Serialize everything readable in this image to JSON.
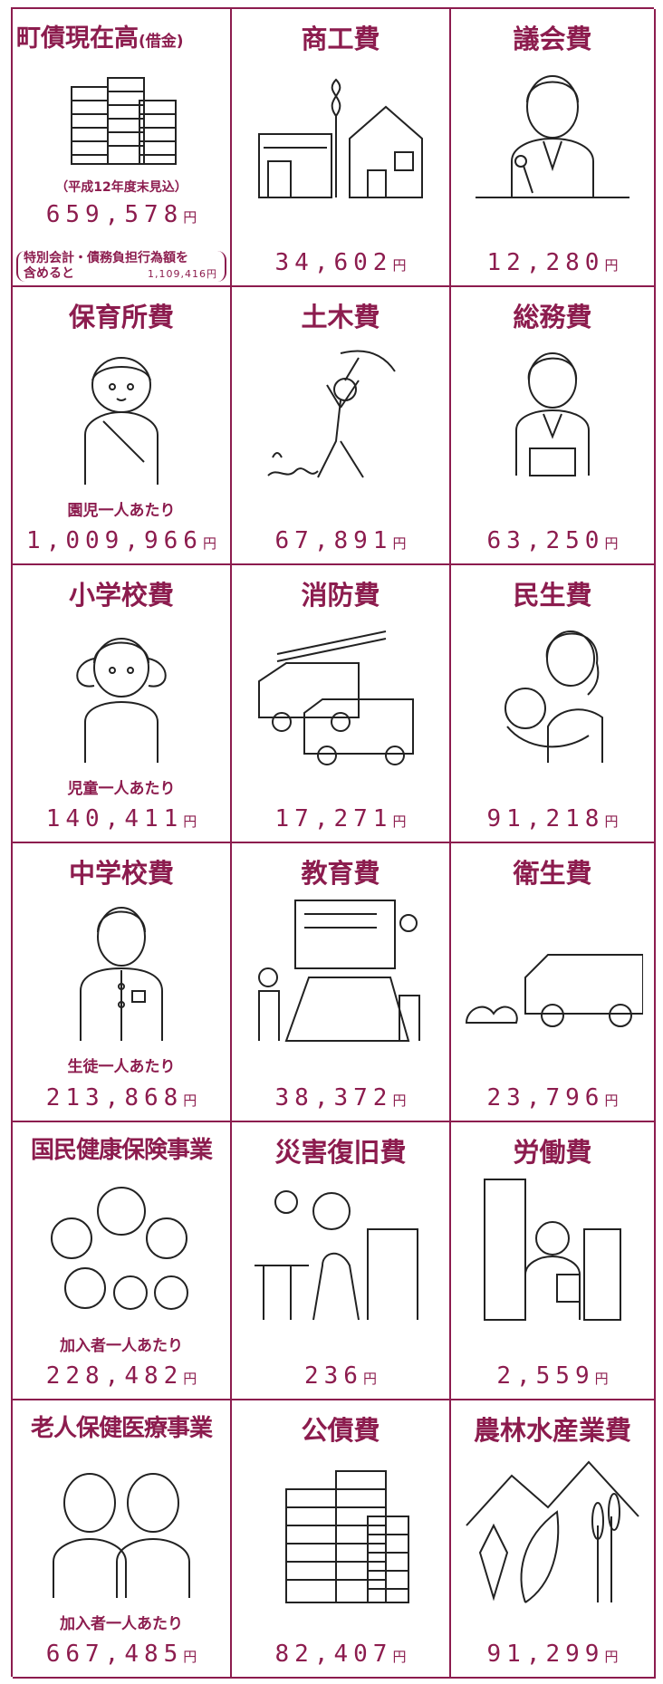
{
  "cells": [
    {
      "title": "町債現在高",
      "title_small": "(借金)",
      "note1": "（平成12年度末見込）",
      "value": "659,578",
      "unit": "円",
      "note2a": "特別会計・債務負担行為額を",
      "note2b": "含めると",
      "note2v": "1,109,416円",
      "icon": "building-stack-icon"
    },
    {
      "title": "商工費",
      "value": "34,602",
      "unit": "円",
      "icon": "shop-icon"
    },
    {
      "title": "議会費",
      "value": "12,280",
      "unit": "円",
      "icon": "speaker-icon"
    },
    {
      "title": "保育所費",
      "caption": "園児一人あたり",
      "value": "1,009,966",
      "unit": "円",
      "icon": "toddler-icon"
    },
    {
      "title": "土木費",
      "value": "67,891",
      "unit": "円",
      "icon": "pickaxe-worker-icon"
    },
    {
      "title": "総務費",
      "value": "63,250",
      "unit": "円",
      "icon": "office-worker-icon"
    },
    {
      "title": "小学校費",
      "caption": "児童一人あたり",
      "value": "140,411",
      "unit": "円",
      "icon": "schoolgirl-icon"
    },
    {
      "title": "消防費",
      "value": "17,271",
      "unit": "円",
      "icon": "fire-truck-icon"
    },
    {
      "title": "民生費",
      "value": "91,218",
      "unit": "円",
      "icon": "mother-baby-icon"
    },
    {
      "title": "中学校費",
      "caption": "生徒一人あたり",
      "value": "213,868",
      "unit": "円",
      "icon": "student-icon"
    },
    {
      "title": "教育費",
      "value": "38,372",
      "unit": "円",
      "icon": "classroom-icon"
    },
    {
      "title": "衛生費",
      "value": "23,796",
      "unit": "円",
      "icon": "garbage-truck-icon"
    },
    {
      "title": "国民健康保険事業",
      "caption": "加入者一人あたり",
      "value": "228,482",
      "unit": "円",
      "icon": "family-faces-icon"
    },
    {
      "title": "災害復旧費",
      "value": "236",
      "unit": "円",
      "icon": "disaster-icon"
    },
    {
      "title": "労働費",
      "value": "2,559",
      "unit": "円",
      "icon": "worker-buildings-icon"
    },
    {
      "title": "老人保健医療事業",
      "caption": "加入者一人あたり",
      "value": "667,485",
      "unit": "円",
      "icon": "elderly-couple-icon"
    },
    {
      "title": "公債費",
      "value": "82,407",
      "unit": "円",
      "icon": "building-stack-icon"
    },
    {
      "title": "農林水産業費",
      "value": "91,299",
      "unit": "円",
      "icon": "nature-icon"
    }
  ],
  "colors": {
    "accent": "#8c1c4e"
  }
}
